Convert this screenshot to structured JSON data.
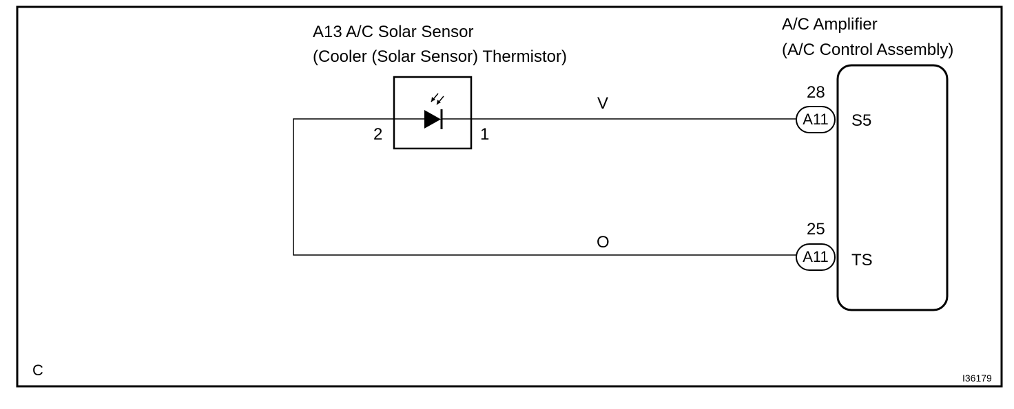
{
  "sensor": {
    "title_line1": "A13 A/C Solar Sensor",
    "title_line2": "(Cooler (Solar Sensor) Thermistor)",
    "pin_left": "2",
    "pin_right": "1"
  },
  "amplifier": {
    "title_line1": "A/C Amplifier",
    "title_line2": "(A/C Control Assembly)",
    "terminal_top": "S5",
    "terminal_bottom": "TS"
  },
  "wires": {
    "top_color": "V",
    "bottom_color": "O"
  },
  "connectors": {
    "top": {
      "pin": "28",
      "code": "A11"
    },
    "bottom": {
      "pin": "25",
      "code": "A11"
    }
  },
  "frame": {
    "corner_label": "C",
    "figure_id": "I36179"
  }
}
